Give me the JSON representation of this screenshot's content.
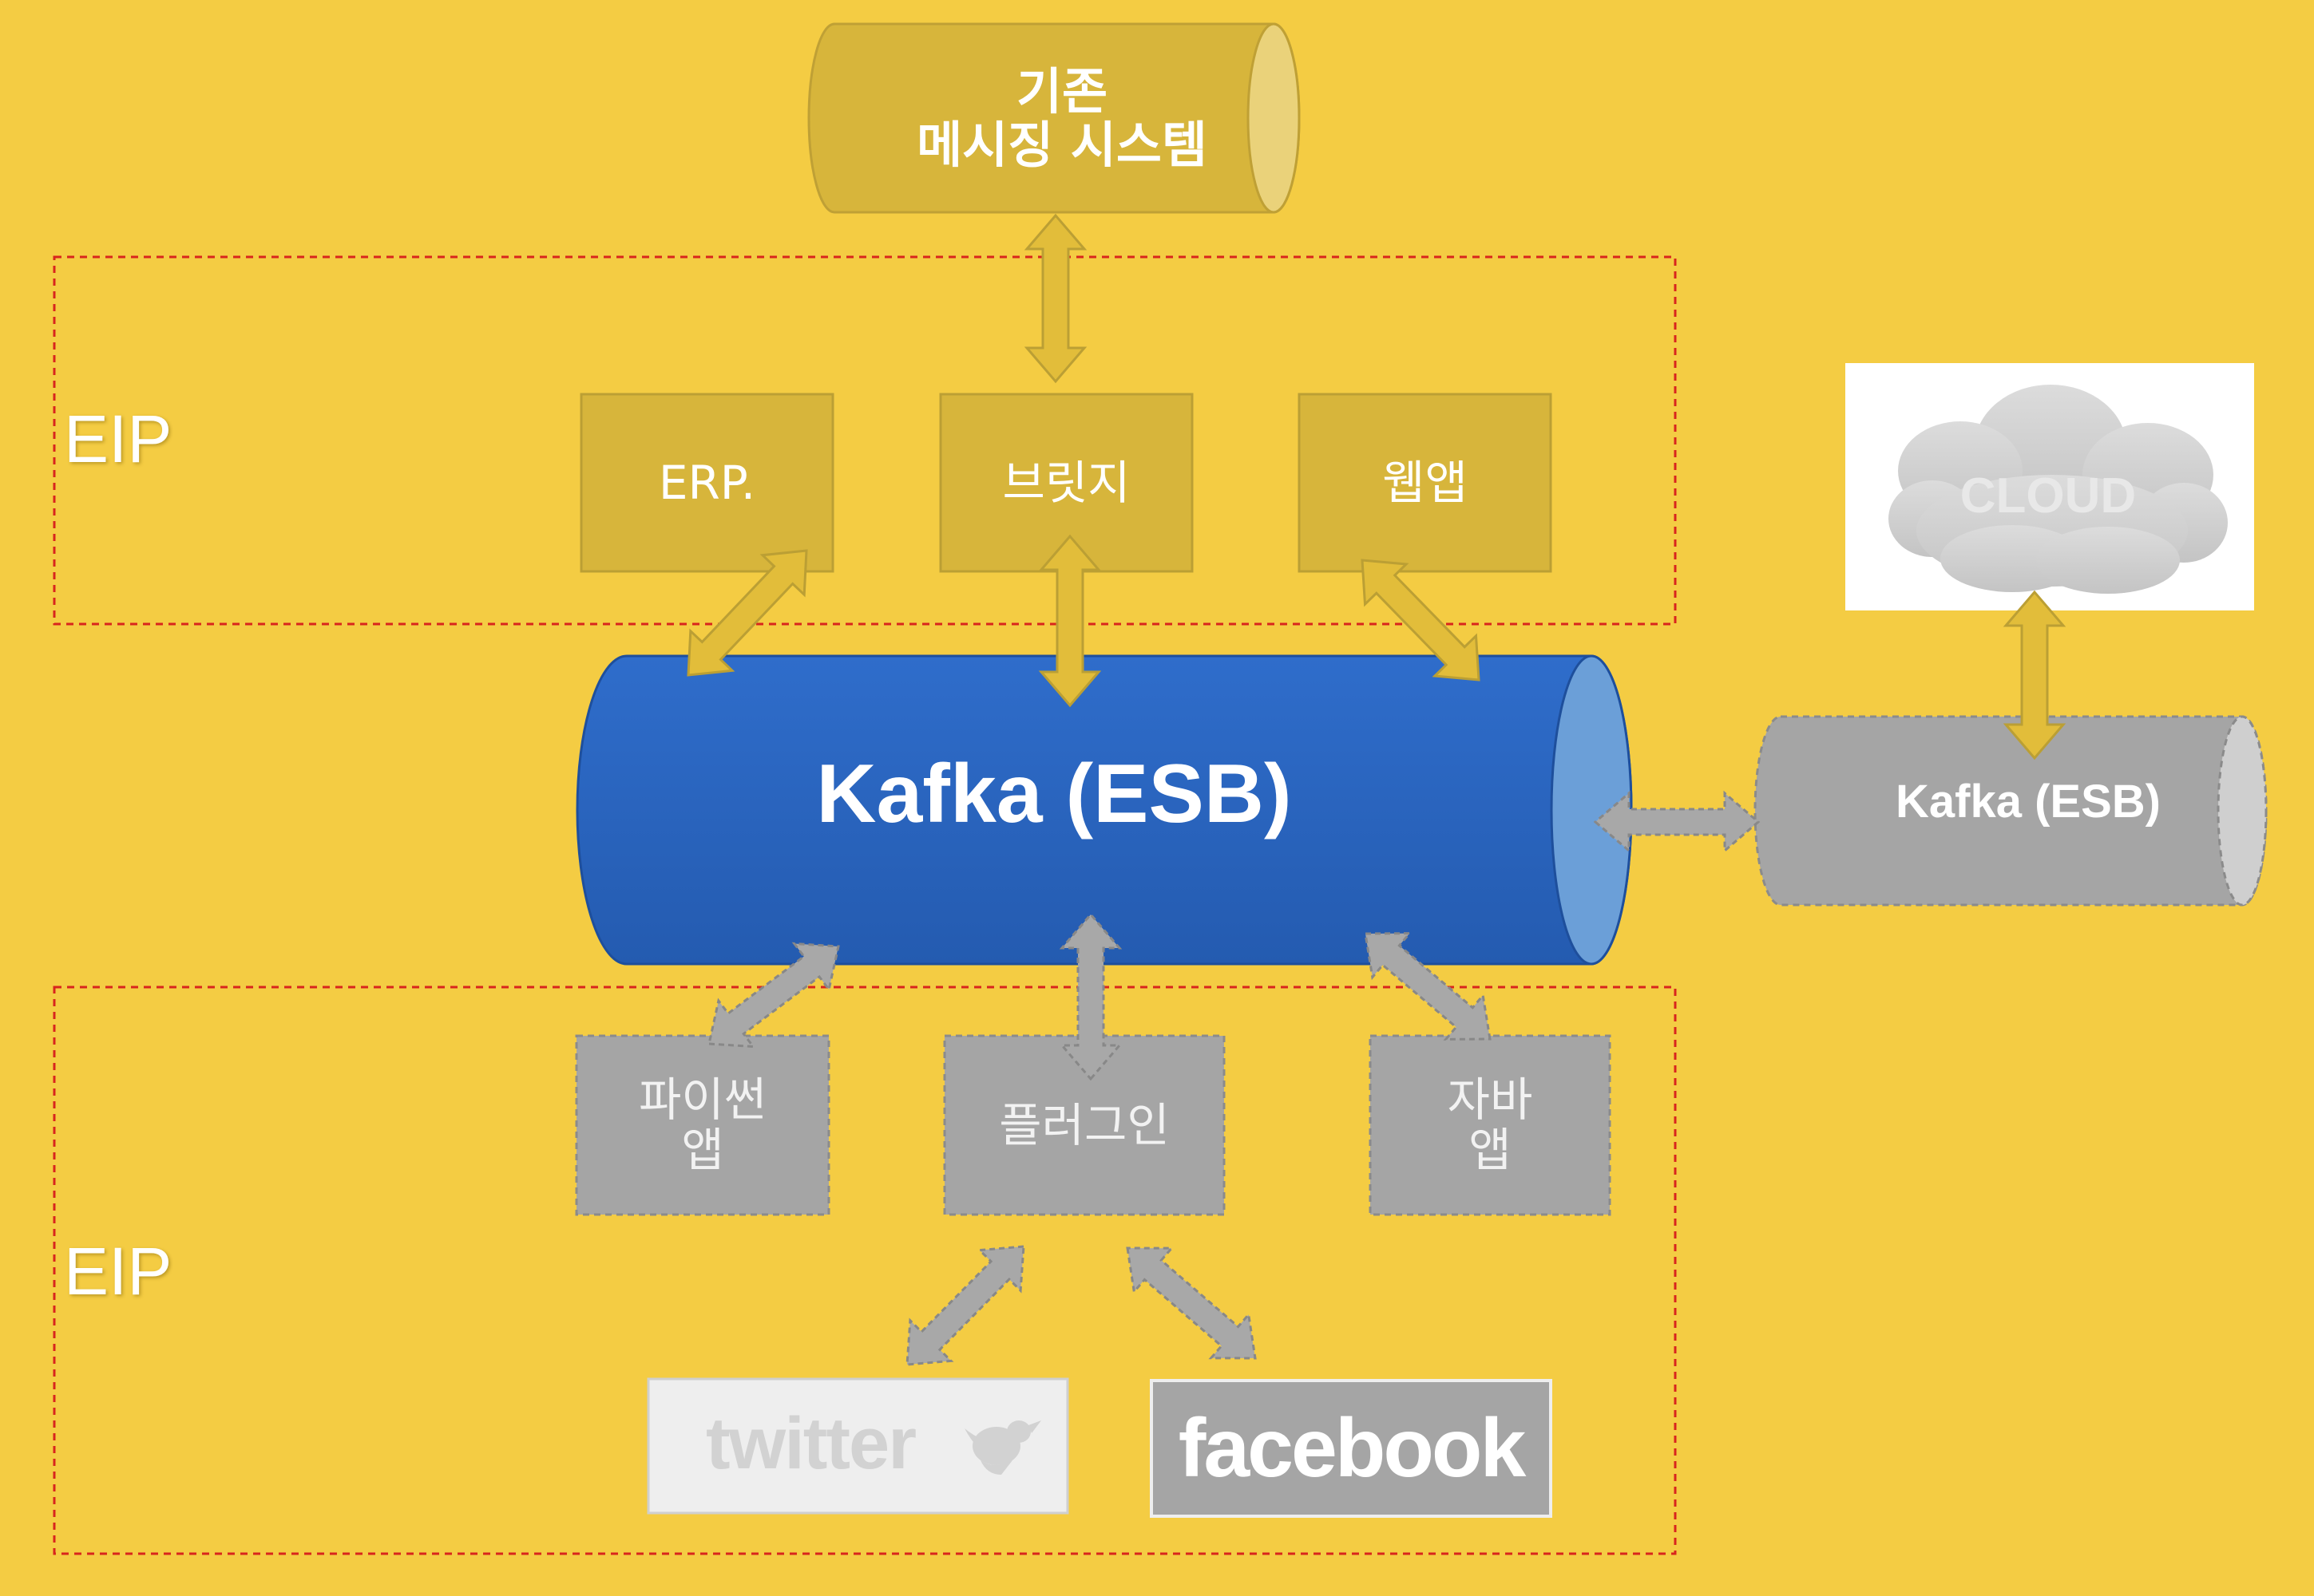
{
  "colors": {
    "background": "#f4cc43",
    "legacy_box": "#d7b53b",
    "kafka_blue": "#2b67c3",
    "gray_box": "#a5a5a5",
    "arrow_gold": "#e2bd3a",
    "arrow_gray": "#a8a8a8",
    "eip_border": "#d8251d"
  },
  "legacy_system": {
    "label": "기존\n메시징 시스템"
  },
  "eip_top": {
    "label": "EIP",
    "boxes": [
      {
        "id": "erp",
        "label": "ERP."
      },
      {
        "id": "bridge",
        "label": "브릿지"
      },
      {
        "id": "webapp",
        "label": "웹앱"
      }
    ]
  },
  "kafka_main": {
    "label": "Kafka (ESB)"
  },
  "kafka_side": {
    "label": "Kafka (ESB)"
  },
  "cloud": {
    "label": "CLOUD"
  },
  "eip_bottom": {
    "label": "EIP",
    "boxes": [
      {
        "id": "python",
        "label": "파이썬\n앱"
      },
      {
        "id": "plugin",
        "label": "플러그인"
      },
      {
        "id": "java",
        "label": "자바\n앱"
      }
    ],
    "logos": [
      {
        "id": "twitter",
        "label": "twitter",
        "icon": "twitter-bird-icon"
      },
      {
        "id": "facebook",
        "label": "facebook"
      }
    ]
  }
}
